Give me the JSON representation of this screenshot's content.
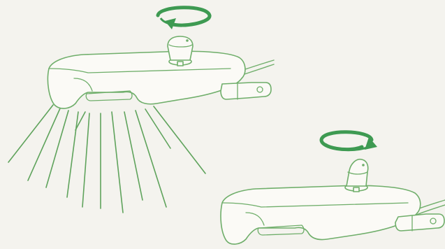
{
  "illustration": {
    "line_color": "#6fae6a",
    "arrow_color": "#3e9a52",
    "background_color": "#f4f3ee",
    "icons": [
      "rotate-arrow-icon",
      "rotary-knob-icon",
      "light-rays-icon",
      "mounting-bracket-icon"
    ],
    "top_lamp": {
      "state": "on",
      "rotation_direction": "clockwise"
    },
    "bottom_lamp": {
      "state": "off",
      "rotation_direction": "counterclockwise"
    }
  }
}
